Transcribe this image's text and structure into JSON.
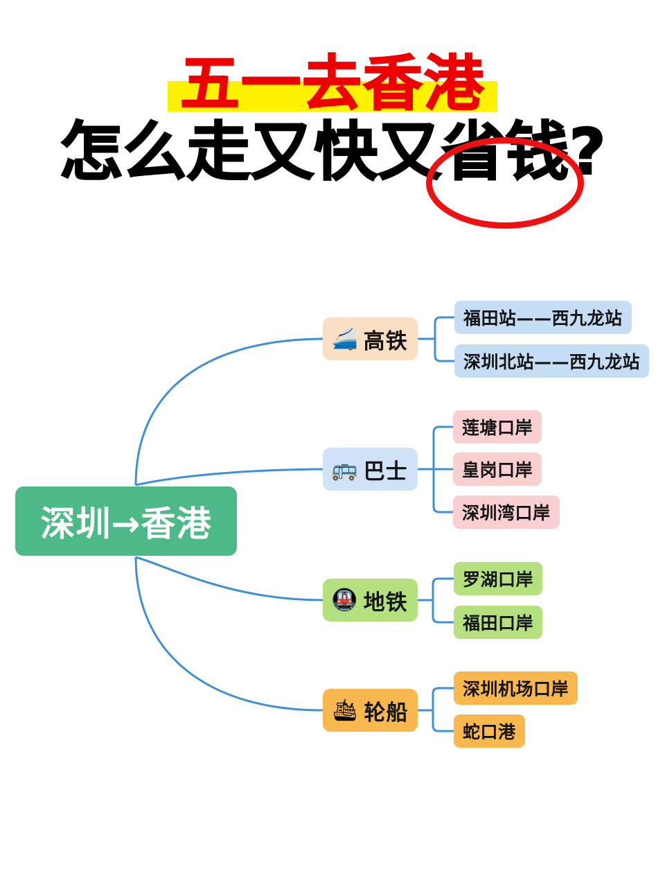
{
  "title": {
    "line1": "五一去香港",
    "line2": "怎么走又快又省钱?",
    "highlight_color": "#fff200",
    "line1_color": "#ee0000",
    "line2_color": "#000000",
    "circle_color": "#ee1111",
    "circled_text": "省钱"
  },
  "mindmap": {
    "root": {
      "label": "深圳→香港",
      "color": "#4cb987",
      "text_color": "#ffffff"
    },
    "branches": [
      {
        "label": "高铁",
        "icon": "high-speed-train-icon",
        "glyph": "🚄",
        "color": "#fbdfc4",
        "leaf_color": "#c5ddf5",
        "leaves": [
          {
            "label": "福田站——西九龙站"
          },
          {
            "label": "深圳北站——西九龙站"
          }
        ]
      },
      {
        "label": "巴士",
        "icon": "bus-icon",
        "glyph": "🚌",
        "color": "#cfe2f8",
        "leaf_color": "#f9cfd0",
        "leaves": [
          {
            "label": "莲塘口岸"
          },
          {
            "label": "皇岗口岸"
          },
          {
            "label": "深圳湾口岸"
          }
        ]
      },
      {
        "label": "地铁",
        "icon": "metro-icon",
        "glyph": "🚇",
        "color": "#b5e07e",
        "leaf_color": "#b5e07e",
        "leaves": [
          {
            "label": "罗湖口岸"
          },
          {
            "label": "福田口岸"
          }
        ]
      },
      {
        "label": "轮船",
        "icon": "ship-icon",
        "glyph": "🛳",
        "color": "#f8b84e",
        "leaf_color": "#f8b84e",
        "leaves": [
          {
            "label": "深圳机场口岸"
          },
          {
            "label": "蛇口港"
          }
        ]
      }
    ],
    "connector_color": "#3d8fd6"
  }
}
